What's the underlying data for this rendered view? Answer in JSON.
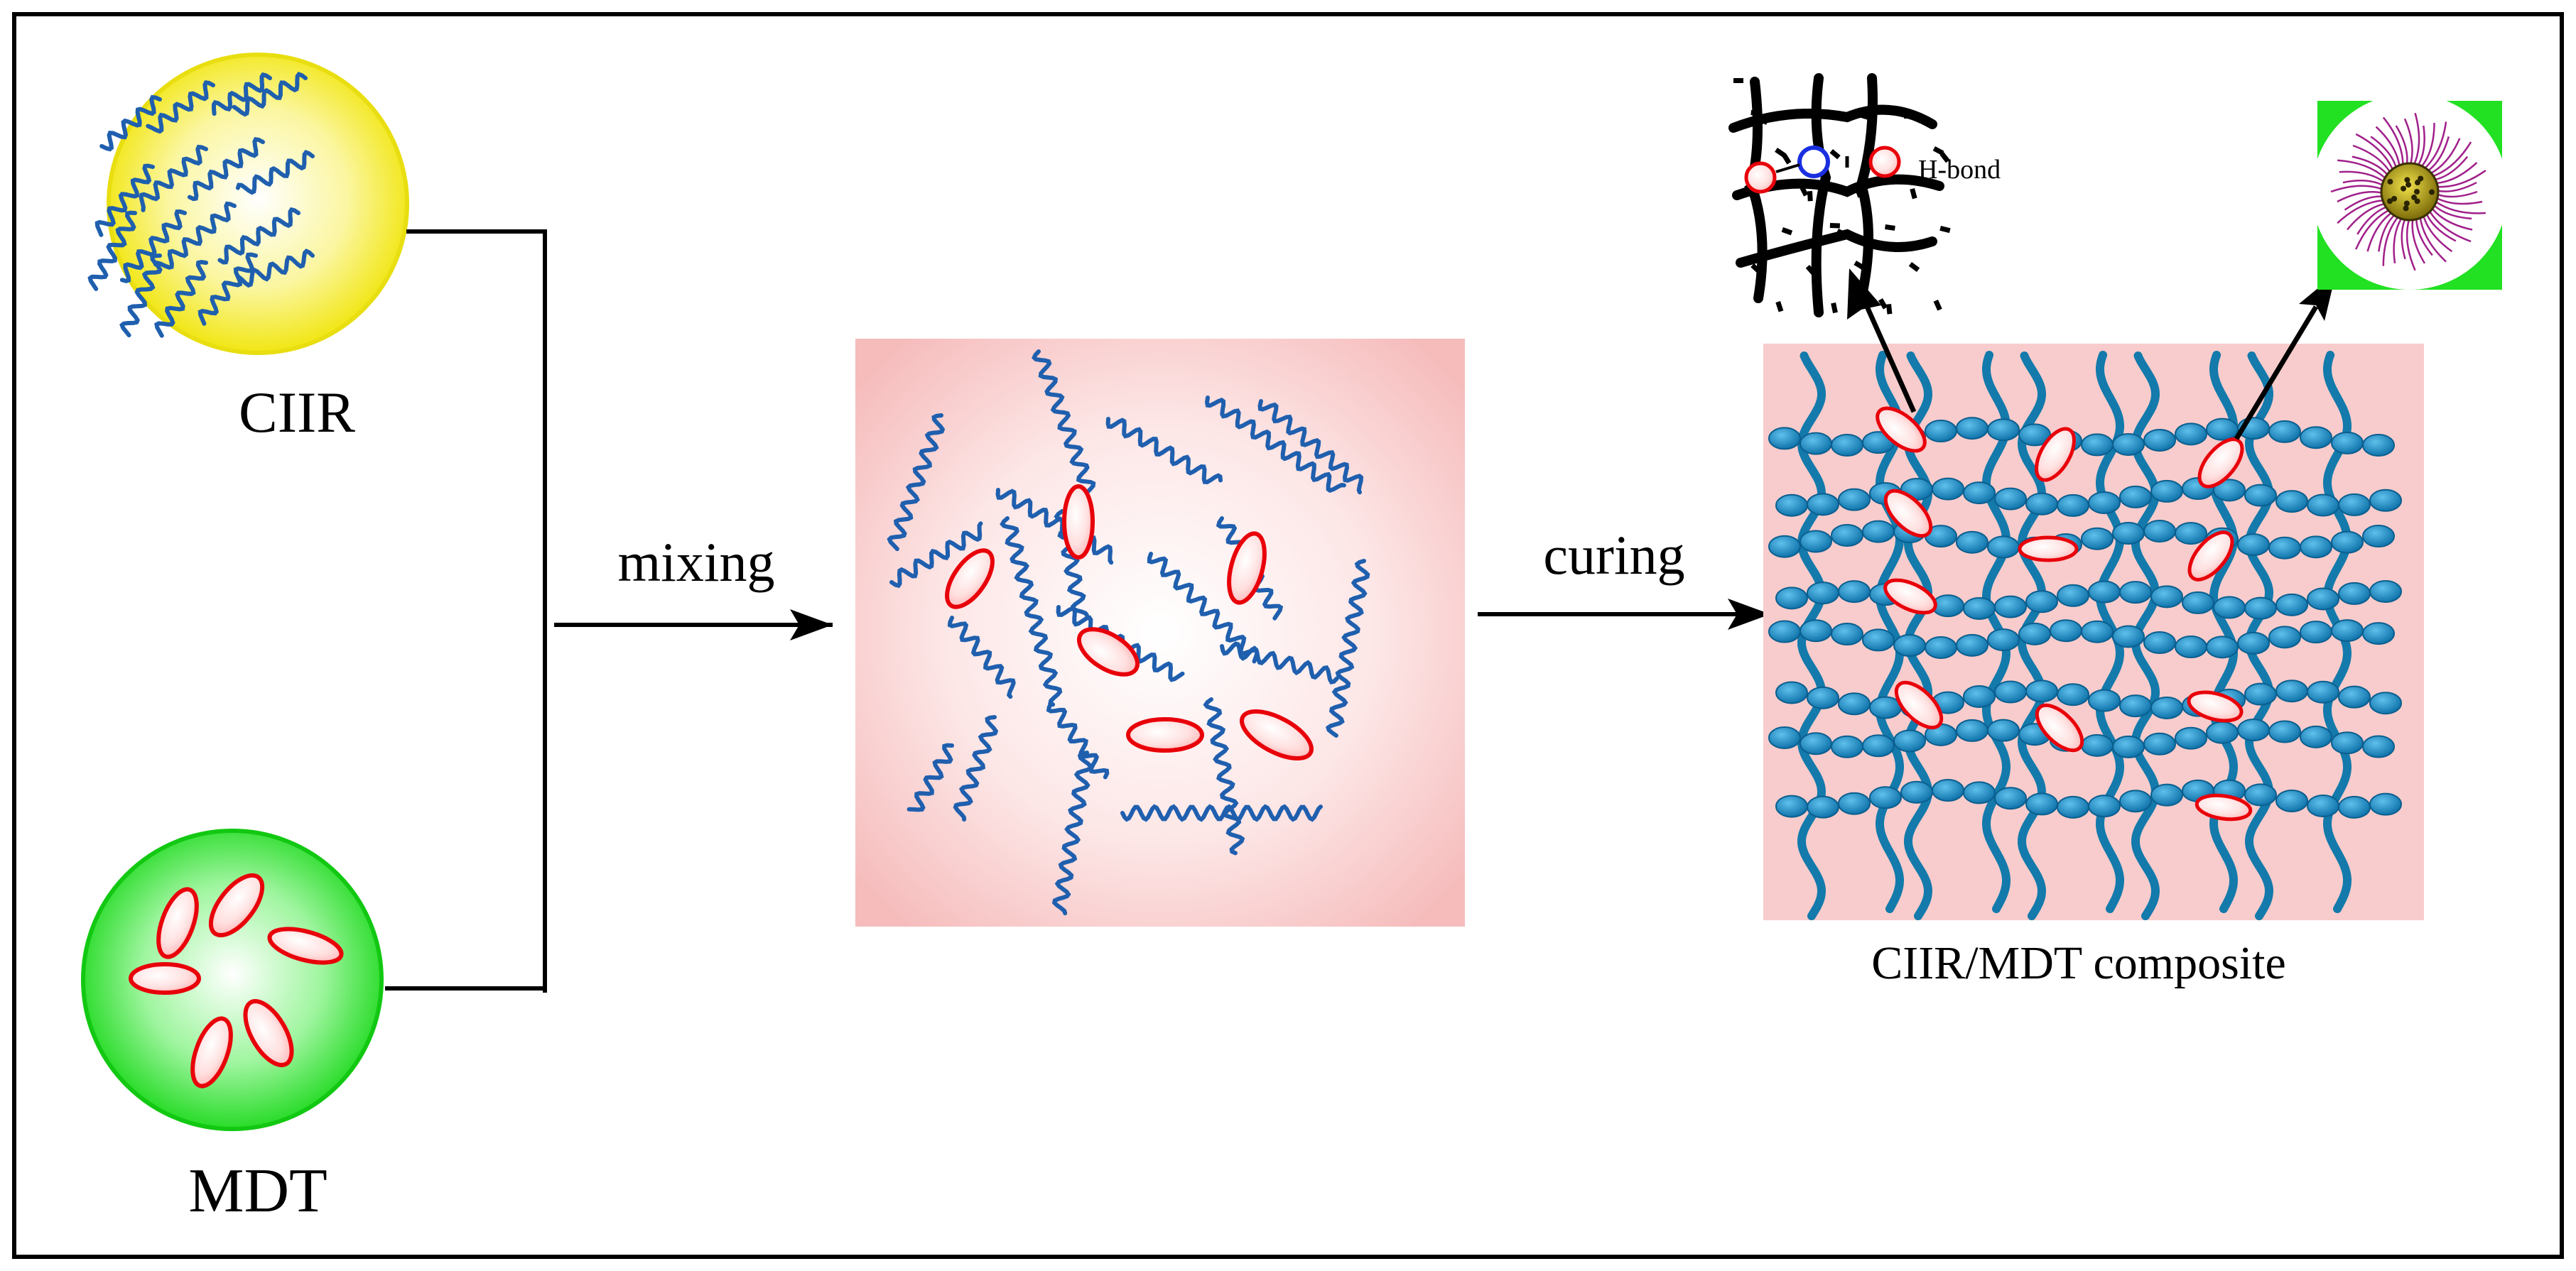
{
  "labels": {
    "ciir": "CIIR",
    "mdt": "MDT",
    "mixing": "mixing",
    "curing": "curing",
    "composite": "CIIR/MDT composite",
    "hbond": "H-bond"
  },
  "colors": {
    "chain_blue": "#1f5fae",
    "filler_red": "#e8000a",
    "ciir_yellow": "#f5ee1e",
    "mdt_green": "#22e022",
    "panel_pink": "#f8c4c4",
    "bead_teal": "#1e8ec4",
    "magenta": "#a0208a"
  },
  "icons": [
    "rubber-chain-icon",
    "mdt-particle-icon",
    "network-icon",
    "nanoparticle-icon"
  ]
}
